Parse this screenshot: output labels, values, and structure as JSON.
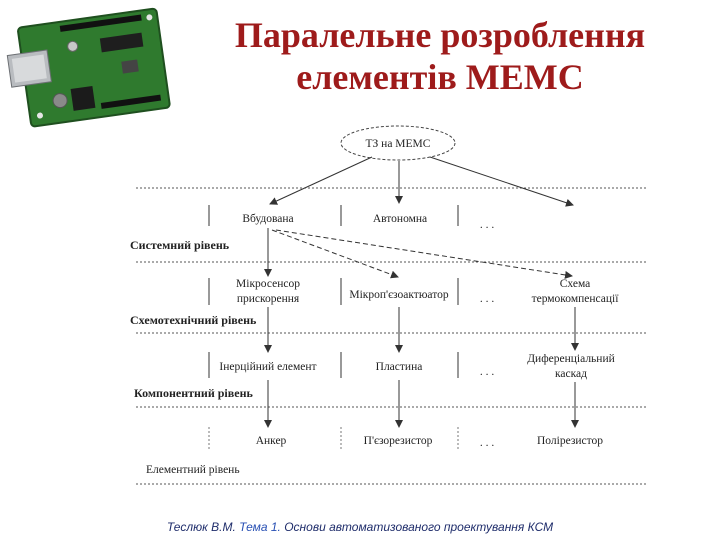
{
  "title": {
    "line1": "Паралельне розроблення",
    "line2": "елементів МЕМС"
  },
  "image": {
    "icon": "arduino-board-photo"
  },
  "diagram": {
    "root": "ТЗ на МЕМС",
    "levels": {
      "system": "Системний рівень",
      "circuit": "Схемотехнічний рівень",
      "component": "Компонентний рівень",
      "element": "Елементний рівень"
    },
    "nodes": {
      "embedded": "Вбудована",
      "autonomous": "Автономна",
      "microsensor_1": "Мікросенсор",
      "microsensor_2": "прискорення",
      "microactuator": "Мікроп'єзоактюатор",
      "thermo_1": "Схема",
      "thermo_2": "термокомпенсації",
      "inertial": "Інерційний елемент",
      "plate": "Пластина",
      "diff_1": "Диференціальний",
      "diff_2": "каскад",
      "anchor": "Анкер",
      "piezoresistor": "П'єзорезистор",
      "polyresistor": "Полірезистор"
    },
    "ellipsis": ". . ."
  },
  "footer": {
    "author": "Теслюк В.М.",
    "topic": "Тема 1.",
    "text": "Основи автоматизованого проектування КСМ"
  }
}
